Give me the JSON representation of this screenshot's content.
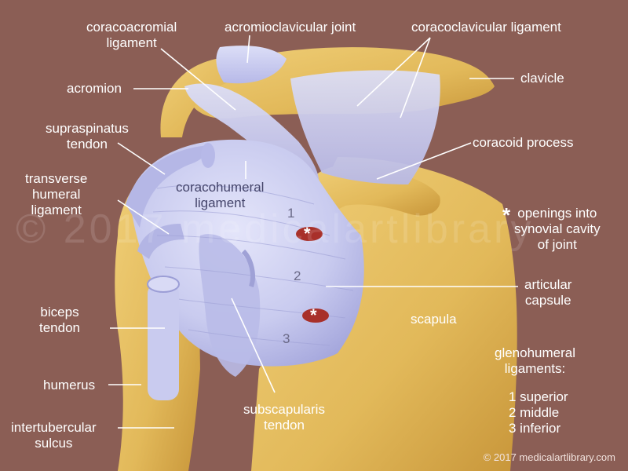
{
  "labels": {
    "coracoacromial_ligament": [
      "coracoacromial",
      "ligament"
    ],
    "acromioclavicular_joint": "acromioclavicular joint",
    "coracoclavicular_ligament": "coracoclavicular ligament",
    "acromion": "acromion",
    "clavicle": "clavicle",
    "supraspinatus_tendon": [
      "supraspinatus",
      "tendon"
    ],
    "coracoid_process": "coracoid process",
    "transverse_humeral_ligament": [
      "transverse",
      "humeral",
      "ligament"
    ],
    "coracohumeral_ligament": [
      "coracohumeral",
      "ligament"
    ],
    "synovial_openings": [
      "openings into",
      "synovial cavity",
      "of joint"
    ],
    "synovial_marker": "*",
    "articular_capsule": [
      "articular",
      "capsule"
    ],
    "biceps_tendon": [
      "biceps",
      "tendon"
    ],
    "scapula": "scapula",
    "glenohumeral_ligaments": [
      "glenohumeral",
      "ligaments:"
    ],
    "glenohumeral_list": [
      "1 superior",
      "2 middle",
      "3 inferior"
    ],
    "humerus": "humerus",
    "subscapularis_tendon": [
      "subscapularis",
      "tendon"
    ],
    "intertubercular_sulcus": [
      "intertubercular",
      "sulcus"
    ]
  },
  "capsule_numbers": [
    "1",
    "2",
    "3"
  ],
  "opening_markers": [
    "*",
    "*"
  ],
  "watermark": "© 2017 medicalartlibrary",
  "copyright": "© 2017 medicalartlibrary.com",
  "colors": {
    "background": "#8b5e55",
    "bone": "#e2b95a",
    "bone_shade": "#c8963a",
    "ligament": "#c9cbef",
    "ligament_shade": "#a9abe0",
    "opening": "#a8302a",
    "label_text": "#ffffff"
  }
}
